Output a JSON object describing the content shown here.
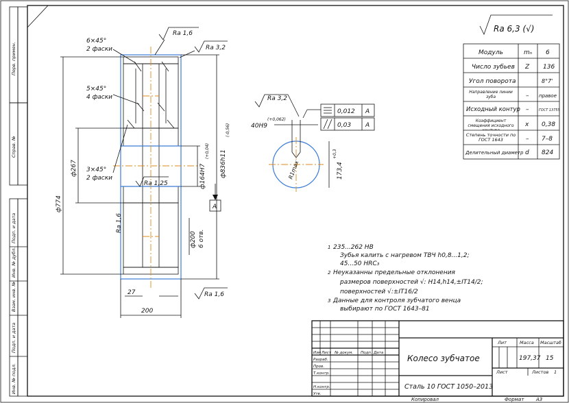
{
  "drawing": {
    "surface_finish_general": "Ra 6,3 (√)",
    "left_stamp_labels": [
      "Перв. примен.",
      "Справ. №",
      "Подп. и дата",
      "Инв. № дубл.",
      "Взам. инв. №",
      "Подп. и дата",
      "Инв. № подл."
    ],
    "part_callouts": {
      "chamfer_top": "6×45°",
      "chamfer_top_note": "2 фаски",
      "chamfer_mid": "5×45°",
      "chamfer_mid_note": "4 фаски",
      "chamfer_hub": "3×45°",
      "chamfer_hub_note": "2 фаски",
      "ra_top": "Ra 1,6",
      "ra_rim": "Ra 3,2",
      "ra_hub": "Ra 1,25",
      "ra_web": "Ra 1,6",
      "ra_bottom": "Ra 1,6",
      "ra_keyway": "Ra 3,2",
      "dim_outer": "ф774",
      "dim_hub_outer": "ф267",
      "dim_bore": "ф164H7",
      "dim_bore_tol": "(+0,04)",
      "dim_tip": "ф836h11",
      "dim_tip_tol": "(-0,56)",
      "dim_holes": "ф200",
      "dim_holes_note": "6 отв.",
      "dim_web": "27",
      "dim_width": "200",
      "datum_a": "A",
      "dim_key_width": "40H9",
      "dim_key_tol": "(+0,062)",
      "dim_key_depth": "173,4",
      "dim_key_depth_tol": "+0,3",
      "dim_key_radius": "R1max",
      "tol_frame_1_value": "0,012",
      "tol_frame_1_datum": "A",
      "tol_frame_2_value": "0,03",
      "tol_frame_2_datum": "A"
    },
    "param_table": {
      "rows": [
        {
          "name": "Модуль",
          "symbol": "mₙ",
          "value": "6"
        },
        {
          "name": "Число зубьев",
          "symbol": "Z",
          "value": "136"
        },
        {
          "name": "Угол поворота",
          "symbol": "",
          "value": "8°7'"
        },
        {
          "name": "Направление линии зуба",
          "symbol": "–",
          "value": "правое"
        },
        {
          "name": "Исходный контур",
          "symbol": "–",
          "value": "ГОСТ 13755"
        },
        {
          "name": "Коэффициент смещения исходного контура",
          "symbol": "x",
          "value": "0,38"
        },
        {
          "name": "Степень точности по ГОСТ 1643",
          "symbol": "–",
          "value": "7–8"
        },
        {
          "name": "Делительный диаметр",
          "symbol": "d",
          "value": "824"
        }
      ]
    },
    "notes": [
      "235...262 HB",
      "Зубья калить с нагревом ТВЧ h0,8...1,2;",
      "45...50 HRC₃",
      "Неуказанны предельные отклонения",
      "размеров поверхностей √: H14,h14,±IT14/2;",
      "поверхностей √:±IT16/2",
      "Данные для контроля зубчатого венца",
      "выбирают по ГОСТ 1643–81"
    ],
    "note_numbers": [
      "1",
      "2",
      "3"
    ],
    "title_block": {
      "part_name": "Колесо зубчатое",
      "material": "Сталь 10 ГОСТ 1050–2013",
      "col_lit": "Лит",
      "col_mass": "Масса",
      "col_scale": "Масштаб",
      "mass": "197,37",
      "scale": "15",
      "sheet_label": "Лист",
      "sheets_label": "Листов",
      "sheets_value": "1",
      "row_labels": [
        "Изм",
        "Лист",
        "№ докум.",
        "Подп.",
        "Дата"
      ],
      "role_labels": [
        "Разраб.",
        "Пров.",
        "Т.контр.",
        "",
        "Н.контр.",
        "Утв."
      ],
      "copied": "Копировал",
      "format": "Формат",
      "format_value": "А3"
    }
  }
}
